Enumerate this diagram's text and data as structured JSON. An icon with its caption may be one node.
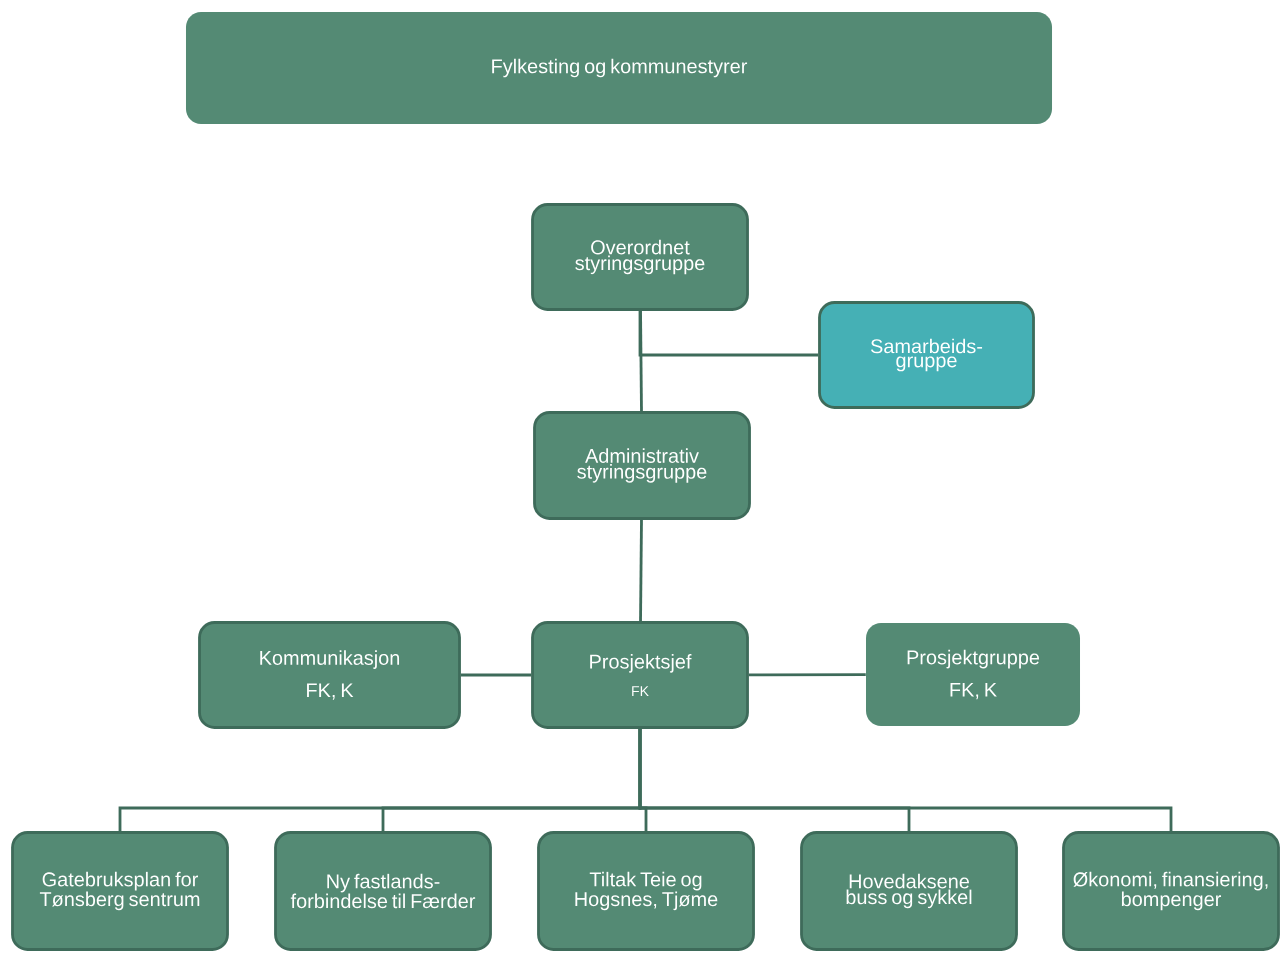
{
  "diagram": {
    "nodes": [
      {
        "text": [
          "Fylkesting og kommunestyrer"
        ]
      },
      {
        "text": [
          "Overordnet styringsgruppe"
        ]
      },
      {
        "text": [
          "Samarbeids- gruppe"
        ]
      },
      {
        "text": [
          "Administrativ styringsgruppe"
        ]
      },
      {
        "text": [
          "Kommunikasjon",
          "FK, K"
        ]
      },
      {
        "text": [
          "Prosjektsjef",
          "FK"
        ]
      },
      {
        "text": [
          "Prosjektgruppe",
          "FK, K"
        ]
      },
      {
        "text": [
          "Gatebruksplan for Tønsberg sentrum"
        ]
      },
      {
        "text": [
          "Ny fastlands- forbindelse til Færder"
        ]
      },
      {
        "text": [
          "Tiltak Teie og Hogsnes, Tjøme"
        ]
      },
      {
        "text": [
          "Hovedaksene buss og sykkel"
        ]
      },
      {
        "text": [
          "Økonomi, finansiering, bompenger"
        ]
      }
    ],
    "edges": [
      {
        "from": 1,
        "to": 3,
        "arrow": "none"
      },
      {
        "from": 1,
        "to": 2,
        "arrow": "none"
      },
      {
        "from": 3,
        "to": 5,
        "arrow": "none"
      },
      {
        "from": 4,
        "to": 5,
        "arrow": "none"
      },
      {
        "from": 5,
        "to": 6,
        "arrow": "none"
      },
      {
        "from": 5,
        "to": 7,
        "arrow": "none"
      },
      {
        "from": 5,
        "to": 8,
        "arrow": "none"
      },
      {
        "from": 5,
        "to": 9,
        "arrow": "none"
      },
      {
        "from": 5,
        "to": 10,
        "arrow": "none"
      },
      {
        "from": 5,
        "to": 11,
        "arrow": "none"
      }
    ]
  }
}
